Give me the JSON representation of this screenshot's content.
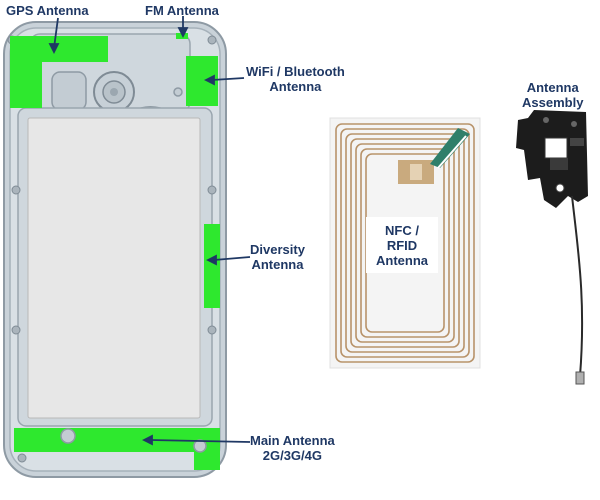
{
  "labels": {
    "gps": "GPS Antenna",
    "fm": "FM Antenna",
    "wifi": [
      "WiFi / Bluetooth",
      "Antenna"
    ],
    "diversity": [
      "Diversity",
      "Antenna"
    ],
    "main": [
      "Main Antenna",
      "2G/3G/4G"
    ],
    "nfc": [
      "NFC /",
      "RFID",
      "Antenna"
    ],
    "assembly": [
      "Antenna",
      "Assembly"
    ]
  },
  "colors": {
    "label_text": "#1f3864",
    "antenna_highlight": "#2ee82e",
    "phone_frame": "#b8c3cc",
    "nfc_coil": "#b8936a",
    "assembly_part": "#1c1c1c"
  }
}
